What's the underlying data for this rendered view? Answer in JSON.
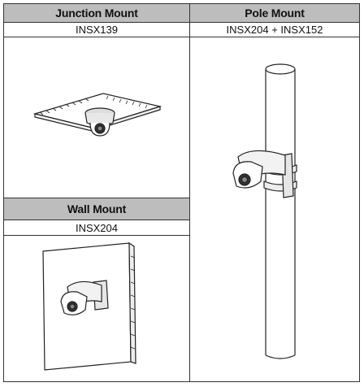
{
  "columns": [
    {
      "header": "Junction Mount",
      "model": "INSX139"
    },
    {
      "header": "Pole Mount",
      "model": "INSX204 + INSX152"
    },
    {
      "header": "Wall Mount",
      "model": "INSX204"
    }
  ]
}
